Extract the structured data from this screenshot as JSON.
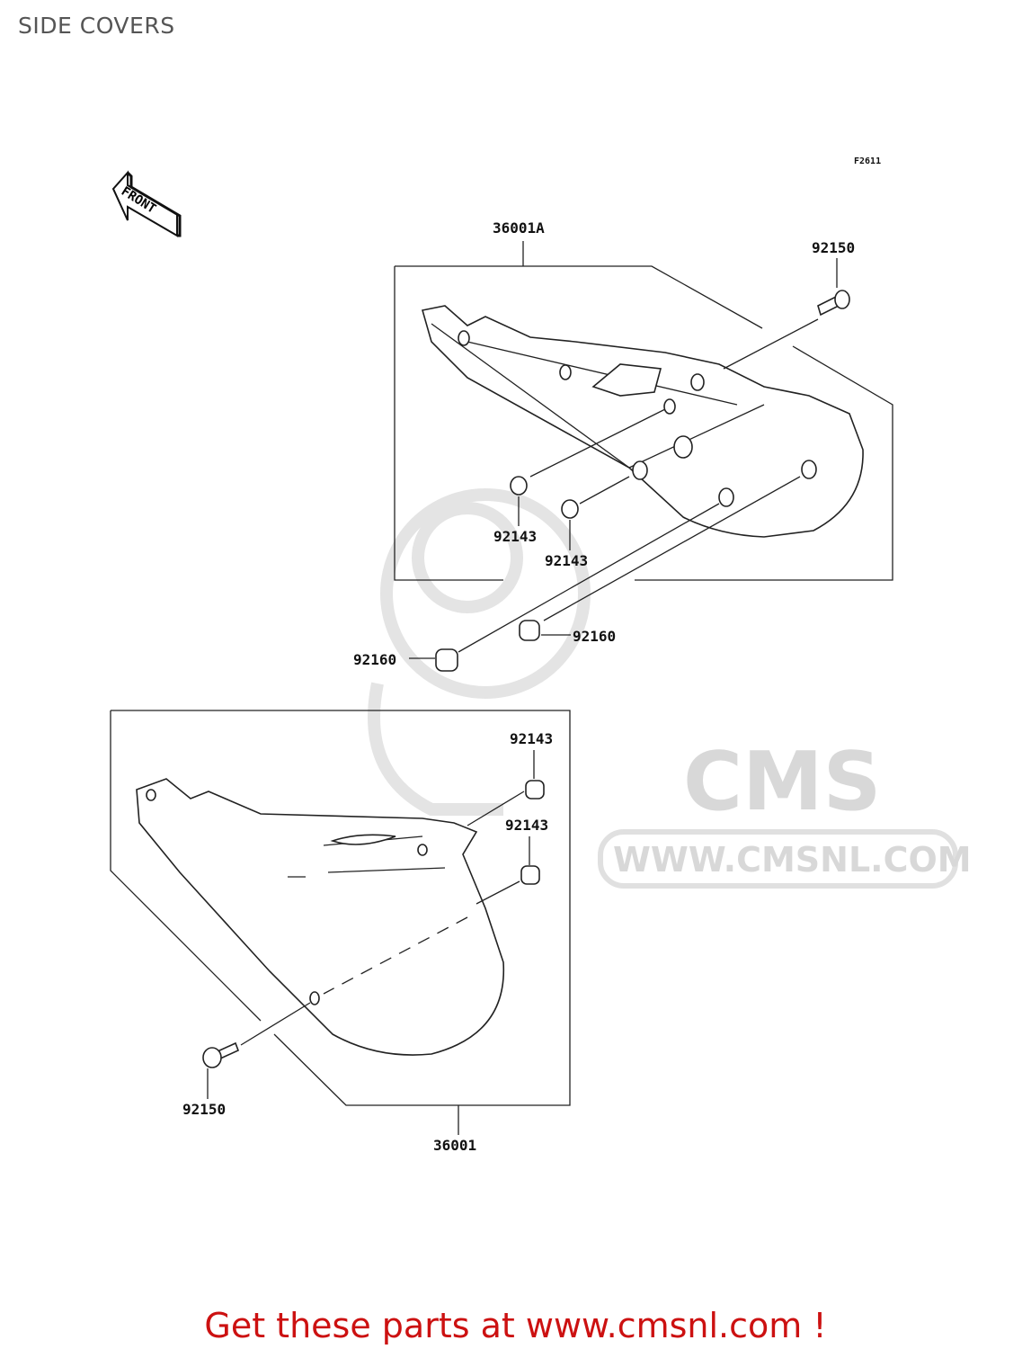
{
  "page": {
    "title": "SIDE COVERS",
    "figure_code": "F2611"
  },
  "front_arrow": {
    "label": "FRONT",
    "icon": "front-direction-arrow-icon"
  },
  "watermark": {
    "logo": "CMS",
    "url": "WWW.CMSNL.COM"
  },
  "parts": {
    "cover_upper": "36001A",
    "bolt_upper": "92150",
    "washer_upper_1": "92143",
    "washer_upper_2": "92143",
    "grommet_right": "92160",
    "grommet_left": "92160",
    "washer_lower_1": "92143",
    "washer_lower_2": "92143",
    "bolt_lower": "92150",
    "cover_lower": "36001"
  },
  "footer": {
    "text": "Get these parts at www.cmsnl.com !",
    "color": "#cc1111"
  }
}
